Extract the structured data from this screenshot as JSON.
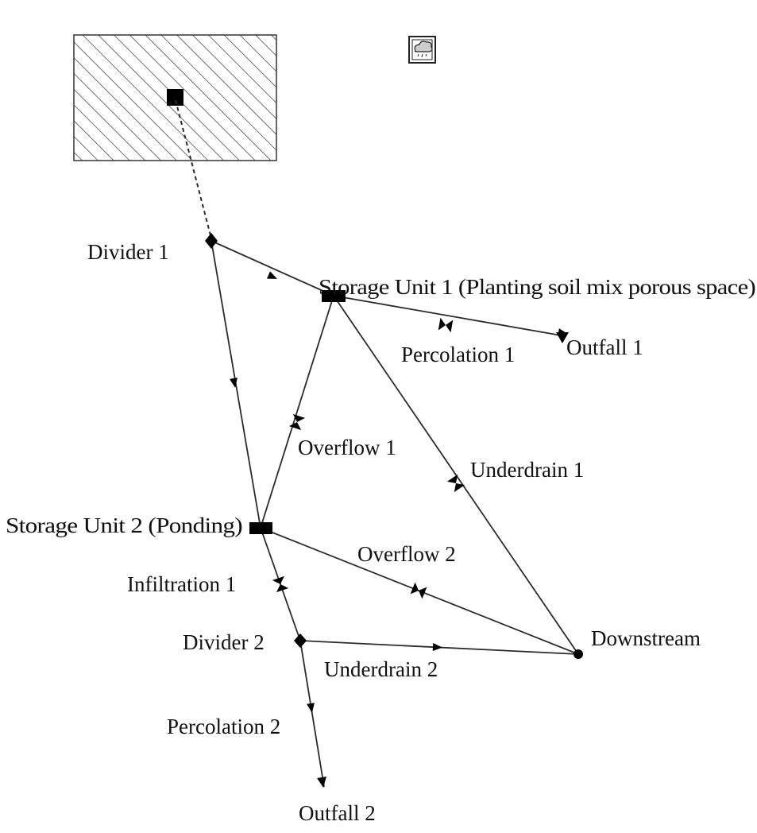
{
  "nodes": {
    "divider_1": "Divider 1",
    "storage_unit_1": "Storage Unit 1 (Planting soil mix porous space)",
    "outfall_1": "Outfall 1",
    "storage_unit_2": "Storage Unit 2 (Ponding)",
    "divider_2": "Divider 2",
    "downstream": "Downstream",
    "outfall_2": "Outfall 2"
  },
  "links": {
    "percolation_1": "Percolation 1",
    "overflow_1": "Overflow 1",
    "underdrain_1": "Underdrain 1",
    "overflow_2": "Overflow 2",
    "infiltration_1": "Infiltration 1",
    "underdrain_2": "Underdrain 2",
    "percolation_2": "Percolation 2"
  },
  "icons": {
    "subcatchment": "hatched-subcatchment-icon",
    "rain_gage": "rain-gage-icon"
  },
  "colors": {
    "line": "#2b2b2b",
    "node": "#000000",
    "background": "#ffffff"
  }
}
